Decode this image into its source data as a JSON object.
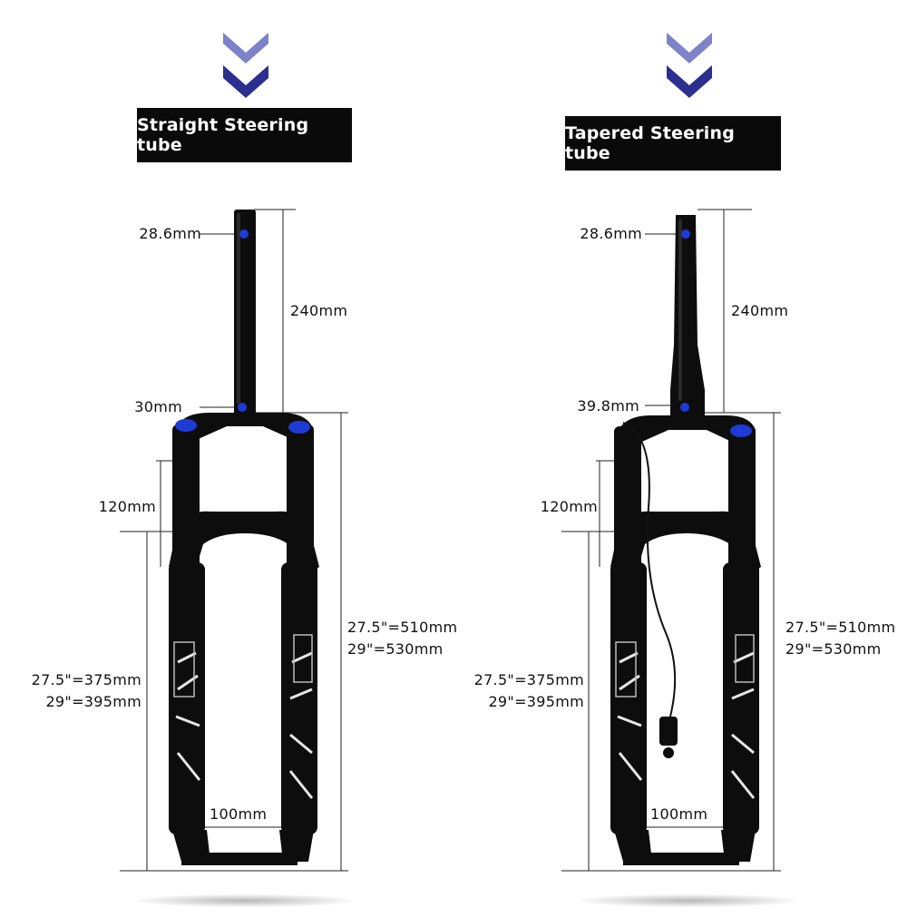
{
  "colors": {
    "chevron": "#2b2f8f",
    "title_bg": "#0a0a0a",
    "title_text": "#ffffff",
    "fork": "#0d0d0d",
    "accent": "#1f3bd6"
  },
  "icons": {
    "arrow": "double-chevron-down-icon"
  },
  "left": {
    "title": "Straight Steering tube",
    "labels": {
      "tube_top": "28.6mm",
      "tube_length": "240mm",
      "tube_base": "30mm",
      "travel": "120mm",
      "total_1": "27.5\"=510mm",
      "total_2": "29\"=530mm",
      "axle_1": "27.5\"=375mm",
      "axle_2": "29\"=395mm",
      "spacing": "100mm"
    }
  },
  "right": {
    "title": "Tapered Steering tube",
    "labels": {
      "tube_top": "28.6mm",
      "tube_length": "240mm",
      "tube_base": "39.8mm",
      "travel": "120mm",
      "total_1": "27.5\"=510mm",
      "total_2": "29\"=530mm",
      "axle_1": "27.5\"=375mm",
      "axle_2": "29\"=395mm",
      "spacing": "100mm"
    }
  }
}
